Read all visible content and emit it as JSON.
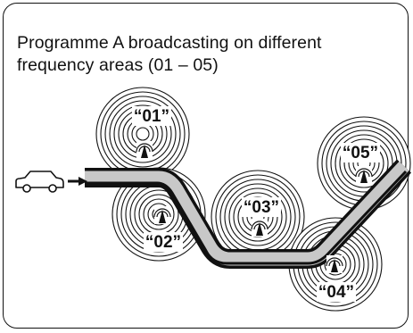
{
  "caption": {
    "line1": "Programme A broadcasting on different",
    "line2": "frequency areas (01 – 05)"
  },
  "areas": [
    {
      "id": "01",
      "label": "“01”"
    },
    {
      "id": "02",
      "label": "“02”"
    },
    {
      "id": "03",
      "label": "“03”"
    },
    {
      "id": "04",
      "label": "“04”"
    },
    {
      "id": "05",
      "label": "“05”"
    }
  ],
  "icons": {
    "car": "car-icon",
    "arrow": "arrow-right-icon",
    "transmitter": "antenna-icon"
  },
  "colors": {
    "line": "#111111",
    "road_fill": "#c8c8c8",
    "background": "#ffffff"
  }
}
